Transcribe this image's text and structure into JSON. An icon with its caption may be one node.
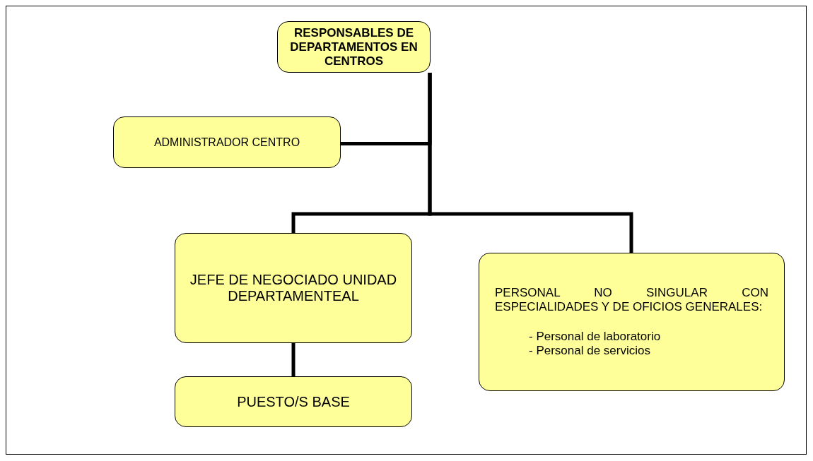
{
  "diagram": {
    "nodes": [
      {
        "text": [
          "RESPONSABLES DE DEPARTAMENTOS EN CENTROS"
        ]
      },
      {
        "text": [
          "ADMINISTRADOR CENTRO"
        ]
      },
      {
        "text": [
          "JEFE DE NEGOCIADO UNIDAD DEPARTAMENTEAL"
        ]
      },
      {
        "text": [
          "PUESTO/S BASE"
        ]
      },
      {
        "text": [
          "PERSONAL NO SINGULAR CON ESPECIALIDADES Y DE OFICIOS GENERALES:",
          "- Personal de laboratorio",
          "- Personal de servicios"
        ]
      }
    ],
    "edges": [
      {
        "from": 0,
        "to": 1,
        "arrow": "none"
      },
      {
        "from": 0,
        "to": 2,
        "arrow": "none"
      },
      {
        "from": 0,
        "to": 4,
        "arrow": "none"
      },
      {
        "from": 2,
        "to": 3,
        "arrow": "none"
      }
    ]
  }
}
